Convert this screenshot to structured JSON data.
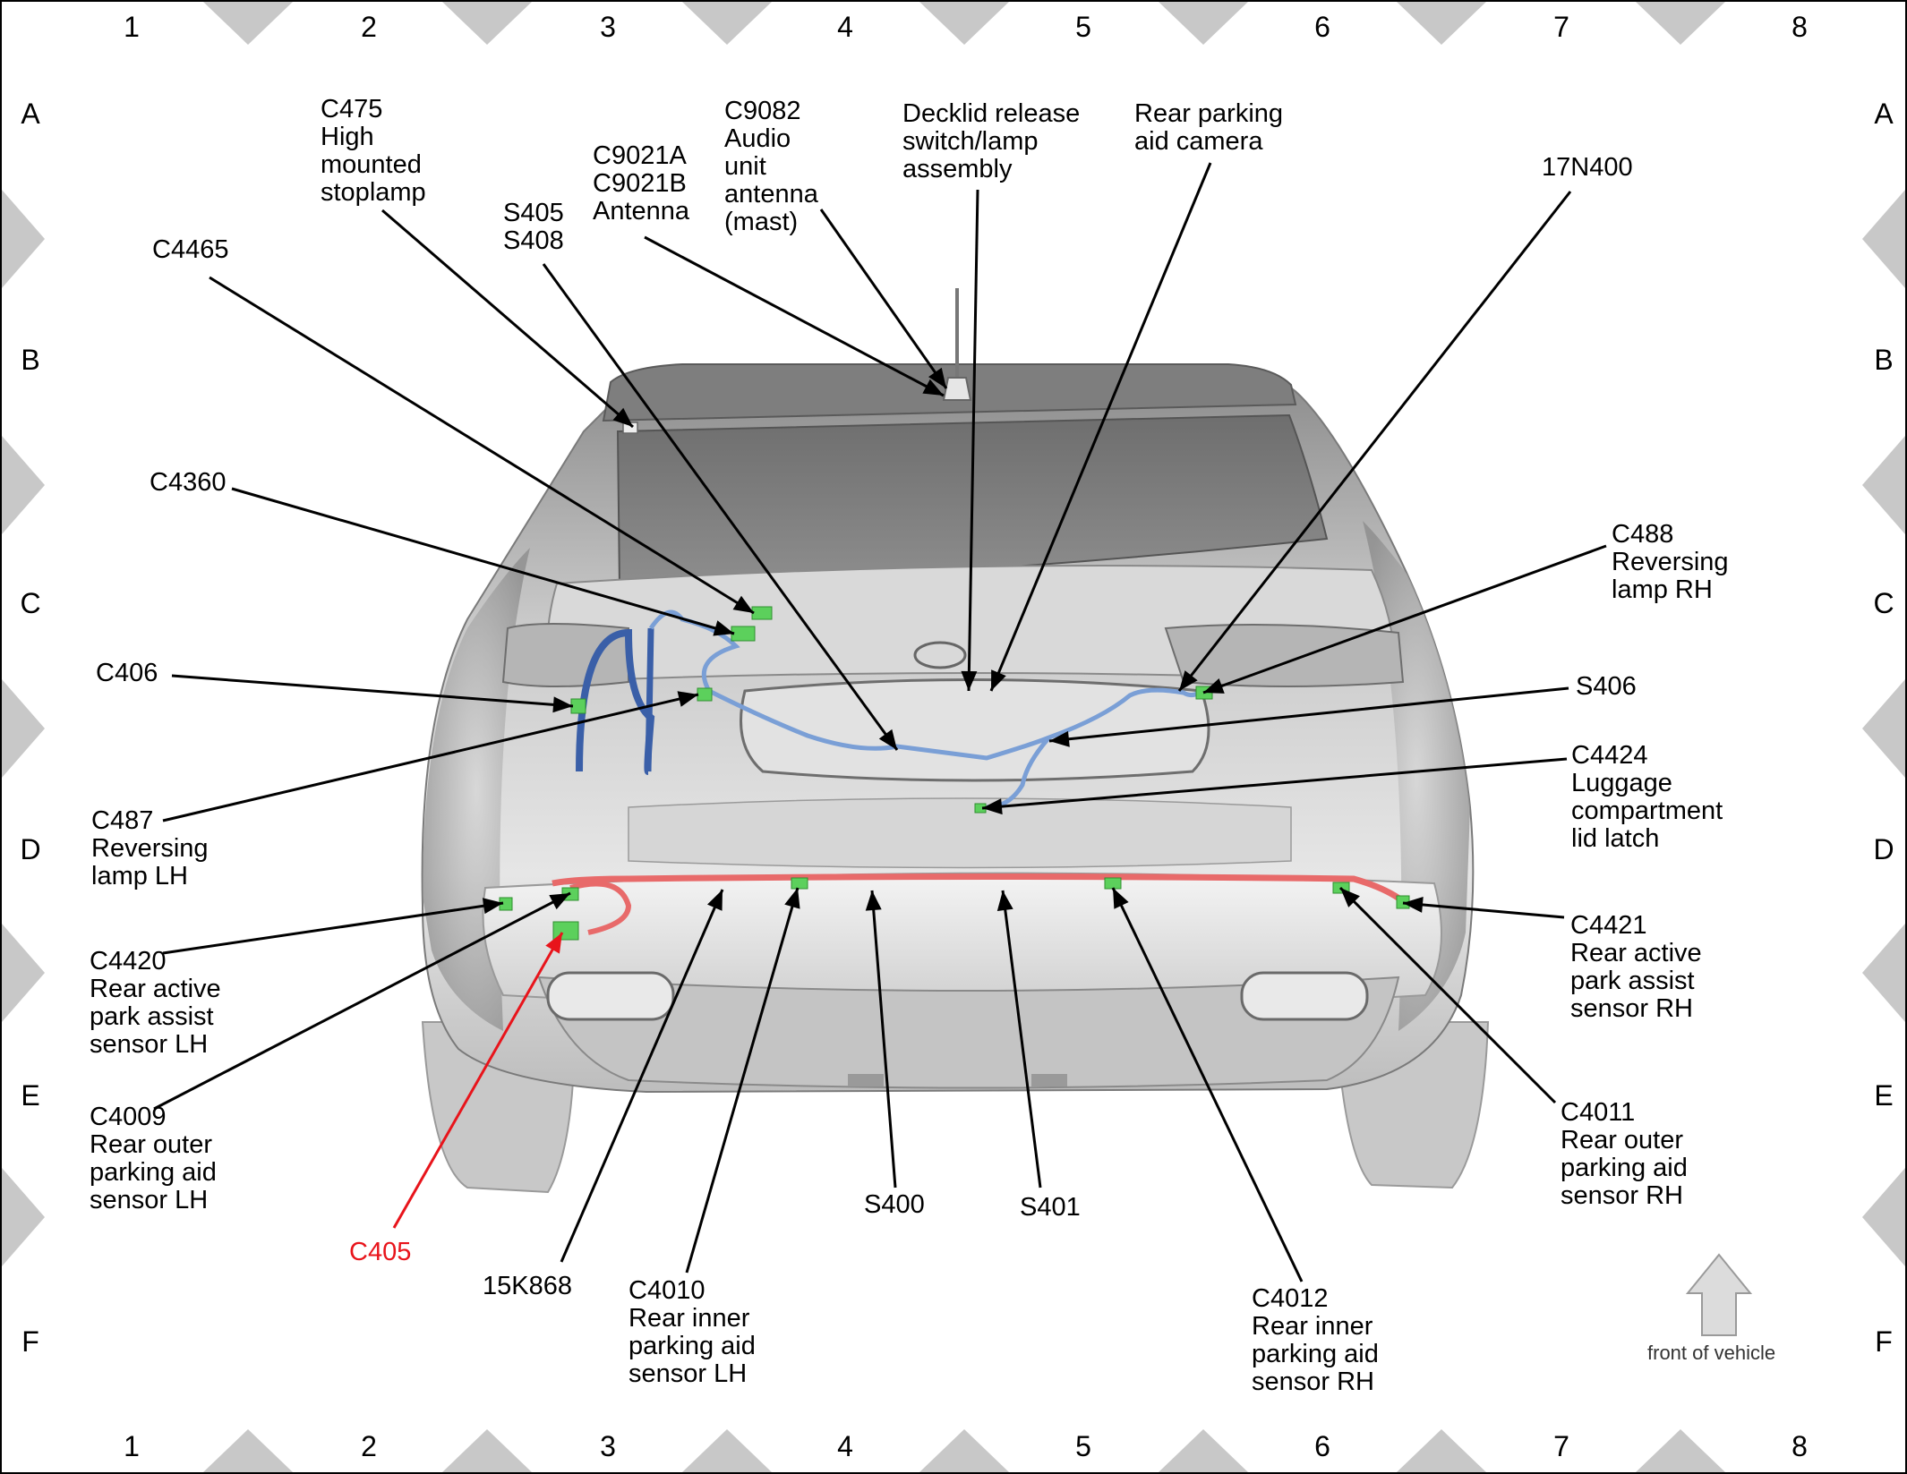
{
  "grid": {
    "columns": [
      "1",
      "2",
      "3",
      "4",
      "5",
      "6",
      "7",
      "8"
    ],
    "rows": [
      "A",
      "B",
      "C",
      "D",
      "E",
      "F"
    ]
  },
  "callouts": [
    {
      "id": "c475",
      "lines": [
        "C475",
        "High",
        "mounted",
        "stoplamp"
      ]
    },
    {
      "id": "c4465",
      "lines": [
        "C4465"
      ]
    },
    {
      "id": "s405",
      "lines": [
        "S405",
        "S408"
      ]
    },
    {
      "id": "c9021",
      "lines": [
        "C9021A",
        "C9021B",
        "Antenna"
      ]
    },
    {
      "id": "c9082",
      "lines": [
        "C9082",
        "Audio",
        "unit",
        "antenna",
        "(mast)"
      ]
    },
    {
      "id": "decklid",
      "lines": [
        "Decklid release",
        "switch/lamp",
        "assembly"
      ]
    },
    {
      "id": "camera",
      "lines": [
        "Rear parking",
        "aid camera"
      ]
    },
    {
      "id": "n17n400",
      "lines": [
        "17N400"
      ]
    },
    {
      "id": "c4360",
      "lines": [
        "C4360"
      ]
    },
    {
      "id": "c488",
      "lines": [
        "C488",
        "Reversing",
        "lamp RH"
      ]
    },
    {
      "id": "c406",
      "lines": [
        "C406"
      ]
    },
    {
      "id": "s406",
      "lines": [
        "S406"
      ]
    },
    {
      "id": "c4424",
      "lines": [
        "C4424",
        "Luggage",
        "compartment",
        "lid latch"
      ]
    },
    {
      "id": "c487",
      "lines": [
        "C487",
        "Reversing",
        "lamp LH"
      ]
    },
    {
      "id": "c4420",
      "lines": [
        "C4420",
        "Rear active",
        "park assist",
        "sensor LH"
      ]
    },
    {
      "id": "c4421",
      "lines": [
        "C4421",
        "Rear active",
        "park assist",
        "sensor RH"
      ]
    },
    {
      "id": "c4009",
      "lines": [
        "C4009",
        "Rear outer",
        "parking aid",
        "sensor LH"
      ]
    },
    {
      "id": "c4011",
      "lines": [
        "C4011",
        "Rear outer",
        "parking aid",
        "sensor RH"
      ]
    },
    {
      "id": "c405",
      "lines": [
        "C405"
      ],
      "highlight": true
    },
    {
      "id": "k15k868",
      "lines": [
        "15K868"
      ]
    },
    {
      "id": "c4010",
      "lines": [
        "C4010",
        "Rear inner",
        "parking aid",
        "sensor LH"
      ]
    },
    {
      "id": "s400",
      "lines": [
        "S400"
      ]
    },
    {
      "id": "s401",
      "lines": [
        "S401"
      ]
    },
    {
      "id": "c4012",
      "lines": [
        "C4012",
        "Rear inner",
        "parking aid",
        "sensor RH"
      ]
    }
  ],
  "front_indicator": {
    "label": "front of vehicle",
    "icon": "up-arrow-icon"
  },
  "colors": {
    "highlight": "#e8141b",
    "harness_blue": "#7a9fd6",
    "harness_blue_dark": "#3a5fa8",
    "harness_red": "#e86a6a",
    "connector_green": "#5cd05c",
    "frame_marker": "#c8c8c8"
  }
}
